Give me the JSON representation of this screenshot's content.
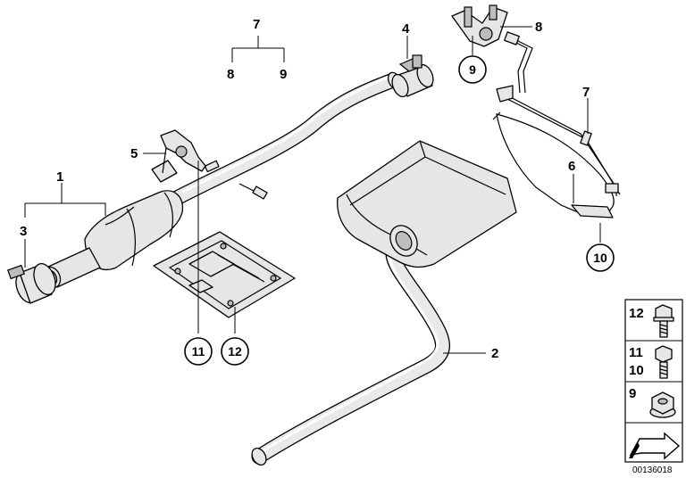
{
  "callouts": {
    "c1": "1",
    "c2": "2",
    "c3": "3",
    "c4": "4",
    "c5": "5",
    "c6": "6",
    "c7_top": "7",
    "c7_right": "7",
    "c8_top": "8",
    "c8_right": "8",
    "c9_top": "9"
  },
  "circled": {
    "c9": "9",
    "c10": "10",
    "c11": "11",
    "c12": "12"
  },
  "legend": {
    "row1_a": "12",
    "row2_a": "11",
    "row2_b": "10",
    "row3_a": "9"
  },
  "document_id": "00136018"
}
